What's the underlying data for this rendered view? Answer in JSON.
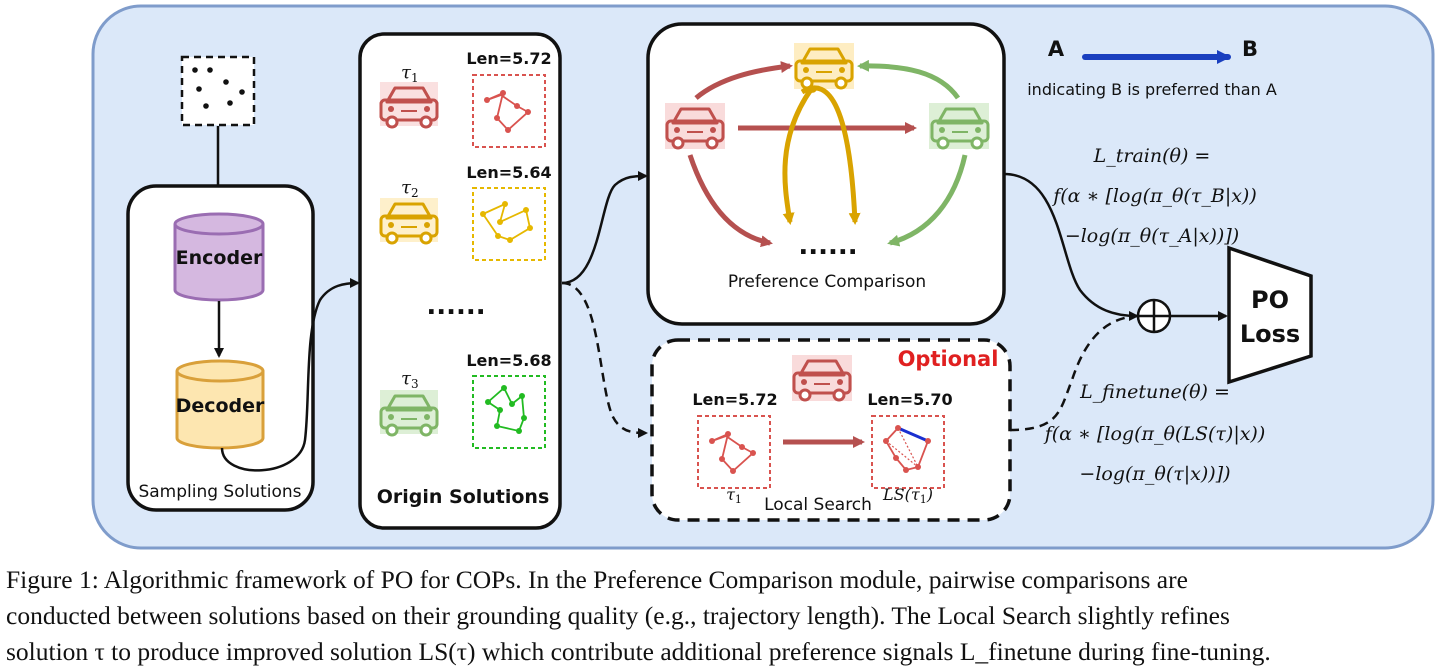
{
  "legend": {
    "from": "A",
    "to": "B",
    "text": "indicating B is preferred than A"
  },
  "sampling": {
    "encoder": "Encoder",
    "decoder": "Decoder",
    "title": "Sampling Solutions"
  },
  "origin": {
    "title": "Origin Solutions",
    "ellipsis": "......",
    "solutions": [
      {
        "tau": "τ",
        "sub": "1",
        "len": "Len=5.72",
        "color": "#d9534f"
      },
      {
        "tau": "τ",
        "sub": "2",
        "len": "Len=5.64",
        "color": "#e6b800"
      },
      {
        "tau": "τ",
        "sub": "3",
        "len": "Len=5.68",
        "color": "#22bb22"
      }
    ]
  },
  "preference": {
    "title": "Preference Comparison",
    "ellipsis": "......"
  },
  "local": {
    "optional": "Optional",
    "title": "Local Search",
    "before_len": "Len=5.72",
    "after_len": "Len=5.70",
    "before_tau": "τ1",
    "after_tau": "LS(τ1)"
  },
  "loss": {
    "title_line1": "PO",
    "title_line2": "Loss",
    "oplus": "⊕",
    "train_lines": [
      "L_train(θ) =",
      "f(α ∗ [log(π_θ(τ_B|x))",
      "−log(π_θ(τ_A|x))])"
    ],
    "finetune_lines": [
      "L_finetune(θ) =",
      "f(α ∗ [log(π_θ(LS(τ)|x))",
      "−log(π_θ(τ|x))])"
    ]
  },
  "caption": {
    "line1": "Figure 1: Algorithmic framework of PO for COPs. In the Preference Comparison module, pairwise comparisons are",
    "line2": "conducted between solutions based on their grounding quality (e.g., trajectory length). The Local Search slightly refines",
    "line3": "solution τ to produce improved solution LS(τ) which contribute additional preference signals L_finetune during fine-tuning."
  }
}
